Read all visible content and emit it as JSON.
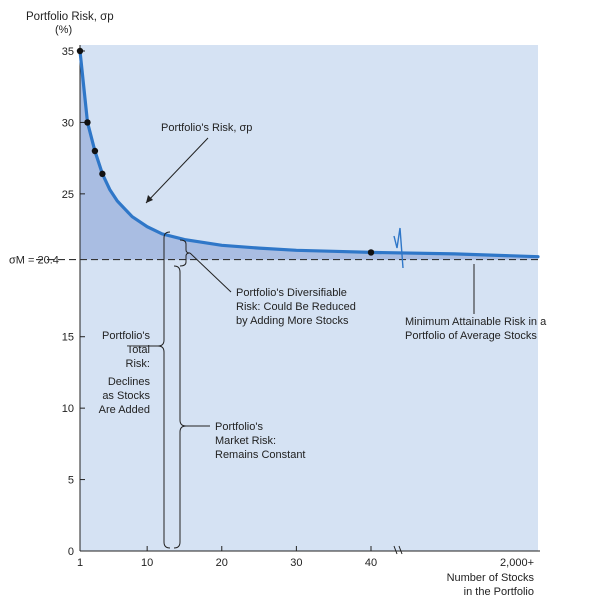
{
  "chart_data": {
    "type": "area",
    "title": "",
    "ylabel": "Portfolio Risk, σp",
    "yunit": "(%)",
    "xlabel_line1": "Number of Stocks",
    "xlabel_line2": "in the Portfolio",
    "xlim": [
      1,
      45
    ],
    "ylim": [
      0,
      35
    ],
    "x_ticks": [
      1,
      10,
      20,
      30,
      40
    ],
    "x_tick_labels": [
      "1",
      "10",
      "20",
      "30",
      "40"
    ],
    "x_end_label": "2,000+",
    "y_ticks": [
      0,
      5,
      10,
      15,
      20.4,
      25,
      30,
      35
    ],
    "y_tick_labels": [
      "0",
      "5",
      "10",
      "15",
      "σM = 20.4",
      "25",
      "30",
      "35"
    ],
    "market_risk": 20.4,
    "series": [
      {
        "name": "Portfolio's Risk, σp",
        "x": [
          1,
          2,
          3,
          4,
          5,
          6,
          8,
          10,
          12,
          15,
          20,
          25,
          30,
          35,
          40,
          45,
          50
        ],
        "y": [
          35.0,
          30.0,
          28.0,
          26.4,
          25.3,
          24.5,
          23.4,
          22.7,
          22.2,
          21.8,
          21.4,
          21.2,
          21.05,
          20.98,
          20.9,
          20.8,
          20.6
        ]
      }
    ],
    "marked_points": [
      {
        "x": 1,
        "y": 35.0
      },
      {
        "x": 2,
        "y": 30.0
      },
      {
        "x": 3,
        "y": 28.0
      },
      {
        "x": 4,
        "y": 26.4
      },
      {
        "x": 40,
        "y": 20.9
      }
    ],
    "colors": {
      "curve": "#2f77c8",
      "diversifiable_fill": "#a9bde2",
      "market_fill": "#d5e2f3",
      "dashed_line": "#333333",
      "points": "#111111"
    },
    "annotations": {
      "curve_label": "Portfolio's Risk, σp",
      "diversifiable_1": "Portfolio's Diversifiable",
      "diversifiable_2": "Risk: Could Be Reduced",
      "diversifiable_3": "by Adding More Stocks",
      "minimum_1": "Minimum Attainable Risk in a",
      "minimum_2": "Portfolio of Average Stocks",
      "total_1": "Portfolio's",
      "total_2": "Total",
      "total_3": "Risk:",
      "total_4": "Declines",
      "total_5": "as Stocks",
      "total_6": "Are Added",
      "market_1": "Portfolio's",
      "market_2": "Market Risk:",
      "market_3": "Remains Constant"
    }
  }
}
